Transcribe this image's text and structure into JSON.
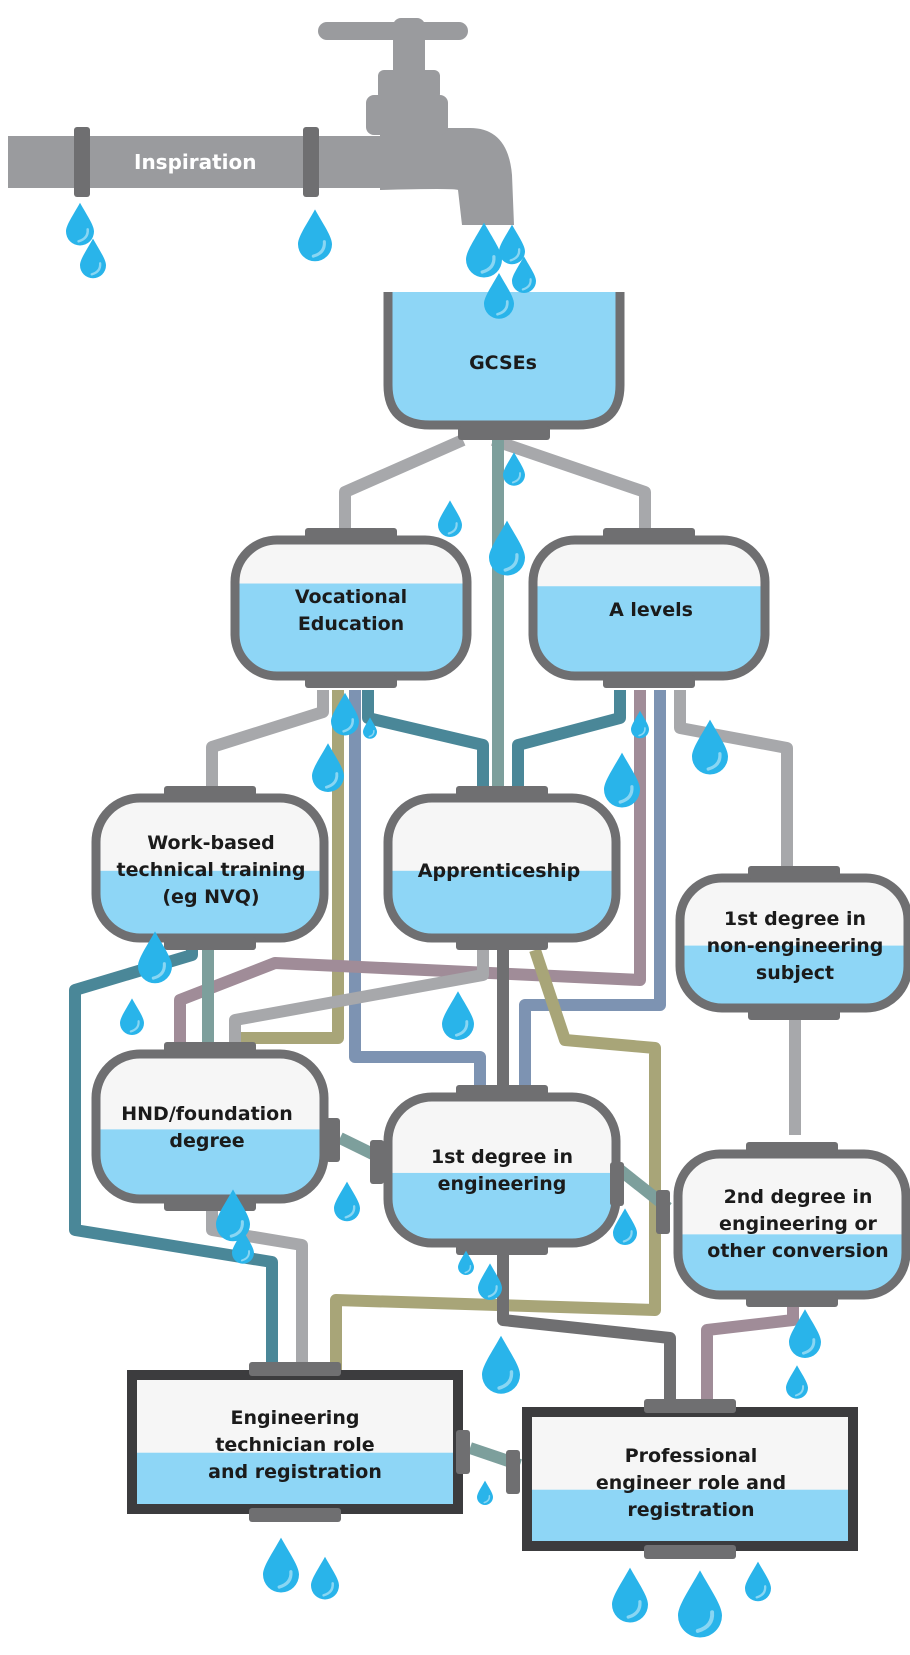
{
  "tap": {
    "label": "Inspiration"
  },
  "nodes": {
    "gcses": {
      "label": "GCSEs"
    },
    "vocational": {
      "label": "Vocational\nEducation"
    },
    "alevels": {
      "label": "A levels"
    },
    "workbased": {
      "label": "Work-based\ntechnical training\n(eg NVQ)"
    },
    "apprenticeship": {
      "label": "Apprenticeship"
    },
    "nonEng": {
      "label": "1st degree in\nnon-engineering\nsubject"
    },
    "hnd": {
      "label": "HND/foundation\ndegree"
    },
    "engDegree": {
      "label": "1st degree in\nengineering"
    },
    "secondDegree": {
      "label": "2nd degree in\nengineering or\nother conversion"
    },
    "technician": {
      "label": "Engineering\ntechnician role\nand registration"
    },
    "professional": {
      "label": "Professional\nengineer role and\nregistration"
    }
  },
  "colors": {
    "water": "#8ed6f6",
    "drop": "#29b4ea",
    "tankFrame": "#6f6f71",
    "tankTop": "#f6f6f6",
    "pipeGrey": "#a7a8ab",
    "pipeSage": "#7d9f9c",
    "pipeTeal": "#4a8798",
    "pipeBlue": "#7d93b2",
    "pipeMauve": "#a08c98",
    "pipeOlive": "#a8a578",
    "pipeDark": "#6f6f71",
    "tap": "#9a9b9e"
  },
  "icons": [
    "tap-icon",
    "water-drop-icon"
  ]
}
